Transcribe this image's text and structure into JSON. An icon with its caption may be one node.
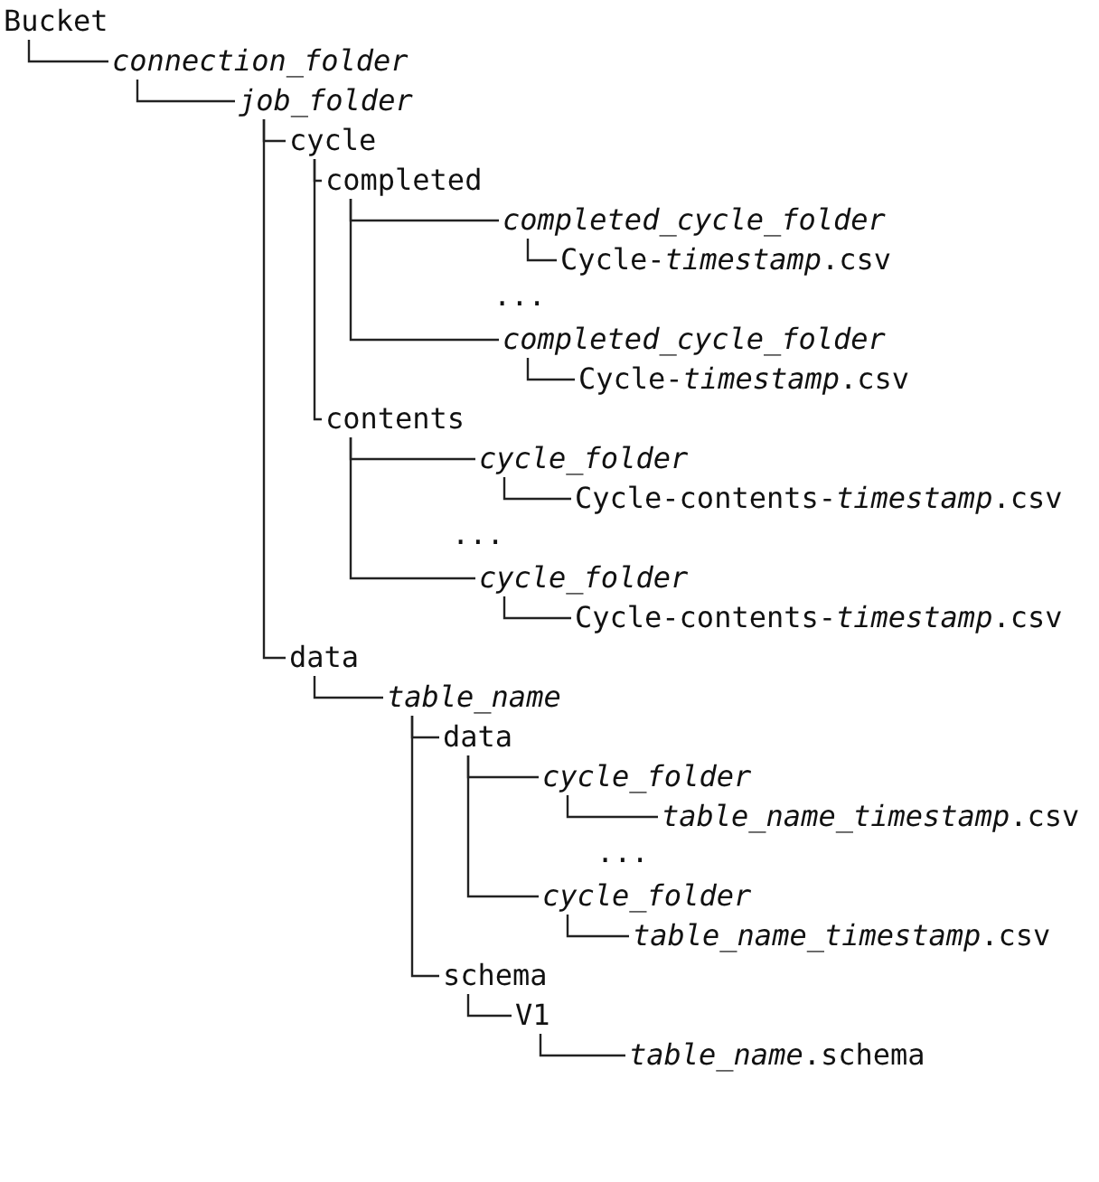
{
  "diagram": {
    "nodes": [
      {
        "text": [
          "Bucket"
        ]
      },
      {
        "text": [
          "connection_folder"
        ]
      },
      {
        "text": [
          "job_folder"
        ]
      },
      {
        "text": [
          "cycle"
        ]
      },
      {
        "text": [
          "completed"
        ]
      },
      {
        "text": [
          "completed_cycle_folder"
        ]
      },
      {
        "text": [
          "Cycle-*timestamp*.csv"
        ]
      },
      {
        "text": [
          "completed_cycle_folder"
        ]
      },
      {
        "text": [
          "Cycle-*timestamp*.csv"
        ]
      },
      {
        "text": [
          "contents"
        ]
      },
      {
        "text": [
          "cycle_folder"
        ]
      },
      {
        "text": [
          "Cycle-contents-*timestamp*.csv"
        ]
      },
      {
        "text": [
          "cycle_folder"
        ]
      },
      {
        "text": [
          "Cycle-contents-*timestamp*.csv"
        ]
      },
      {
        "text": [
          "data"
        ]
      },
      {
        "text": [
          "table_name"
        ]
      },
      {
        "text": [
          "data"
        ]
      },
      {
        "text": [
          "cycle_folder"
        ]
      },
      {
        "text": [
          "*table_name_timestamp*.csv"
        ]
      },
      {
        "text": [
          "cycle_folder"
        ]
      },
      {
        "text": [
          "*table_name_timestamp*.csv"
        ]
      },
      {
        "text": [
          "schema"
        ]
      },
      {
        "text": [
          "V1"
        ]
      },
      {
        "text": [
          "*table_name*.schema"
        ]
      }
    ],
    "edges": [
      {
        "from": 0,
        "to": 1,
        "arrow": "none"
      },
      {
        "from": 1,
        "to": 2,
        "arrow": "none"
      },
      {
        "from": 2,
        "to": 3,
        "arrow": "none"
      },
      {
        "from": 3,
        "to": 4,
        "arrow": "none"
      },
      {
        "from": 4,
        "to": 5,
        "arrow": "none"
      },
      {
        "from": 5,
        "to": 6,
        "arrow": "none"
      },
      {
        "from": 4,
        "to": 7,
        "arrow": "none"
      },
      {
        "from": 7,
        "to": 8,
        "arrow": "none"
      },
      {
        "from": 3,
        "to": 9,
        "arrow": "none"
      },
      {
        "from": 9,
        "to": 10,
        "arrow": "none"
      },
      {
        "from": 10,
        "to": 11,
        "arrow": "none"
      },
      {
        "from": 9,
        "to": 12,
        "arrow": "none"
      },
      {
        "from": 12,
        "to": 13,
        "arrow": "none"
      },
      {
        "from": 2,
        "to": 14,
        "arrow": "none"
      },
      {
        "from": 14,
        "to": 15,
        "arrow": "none"
      },
      {
        "from": 15,
        "to": 16,
        "arrow": "none"
      },
      {
        "from": 16,
        "to": 17,
        "arrow": "none"
      },
      {
        "from": 17,
        "to": 18,
        "arrow": "none"
      },
      {
        "from": 16,
        "to": 19,
        "arrow": "none"
      },
      {
        "from": 19,
        "to": 20,
        "arrow": "none"
      },
      {
        "from": 15,
        "to": 21,
        "arrow": "none"
      },
      {
        "from": 21,
        "to": 22,
        "arrow": "none"
      },
      {
        "from": 22,
        "to": 23,
        "arrow": "none"
      }
    ],
    "labels": [
      "...",
      "...",
      "..."
    ]
  }
}
